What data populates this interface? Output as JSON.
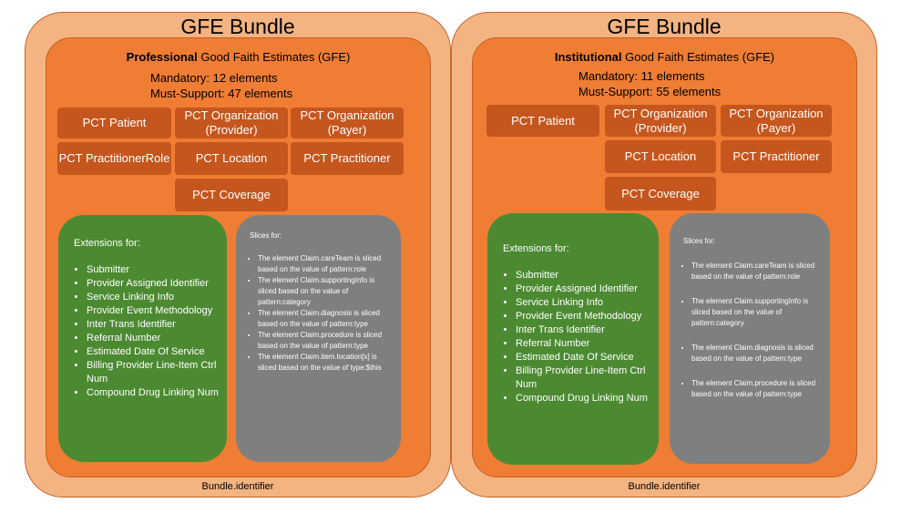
{
  "left_bundle": {
    "title": "GFE Bundle",
    "gfe_type": "Professional",
    "gfe_label": "Good Faith Estimates (GFE)",
    "mandatory": "Mandatory: 12 elements",
    "must_support": "Must-Support: 47 elements",
    "resources": [
      "PCT Patient",
      "PCT Organization (Provider)",
      "PCT Organization (Payer)",
      "PCT PractitionerRole",
      "PCT Location",
      "PCT Practitioner",
      "PCT Coverage"
    ],
    "extensions_header": "Extensions for:",
    "extensions": [
      "Submitter",
      "Provider Assigned Identifier",
      "Service Linking Info",
      "Provider Event Methodology",
      "Inter Trans Identifier",
      "Referral Number",
      "Estimated Date Of Service",
      "Billing Provider Line-Item Ctrl Num",
      "Compound Drug Linking Num"
    ],
    "slices_header": "Slices for:",
    "slices": [
      "The element Claim.careTeam is sliced based on the value of pattern:role",
      "The element Claim.supportingInfo is sliced based on the value of pattern:category",
      "The element Claim.diagnosis is sliced based on the value of pattern:type",
      "The element Claim.procedure is sliced based on the value of pattern:type",
      "The element Claim.item.location[x] is sliced based on the value of type:$this"
    ],
    "footer": "Bundle.identifier"
  },
  "right_bundle": {
    "title": "GFE Bundle",
    "gfe_type": "Institutional",
    "gfe_label": "Good Faith Estimates (GFE)",
    "mandatory": "Mandatory: 11 elements",
    "must_support": "Must-Support: 55 elements",
    "resources": [
      "PCT Patient",
      "PCT Organization (Provider)",
      "PCT Organization (Payer)",
      "PCT Location",
      "PCT Practitioner",
      "PCT Coverage"
    ],
    "extensions_header": "Extensions for:",
    "extensions": [
      "Submitter",
      "Provider Assigned Identifier",
      "Service Linking Info",
      "Provider Event Methodology",
      "Inter Trans Identifier",
      "Referral Number",
      "Estimated Date Of Service",
      "Billing Provider Line-Item Ctrl Num",
      "Compound Drug Linking Num"
    ],
    "slices_header": "Slices for:",
    "slices": [
      "The element Claim.careTeam is sliced based on the value of pattern:role",
      "The element Claim.supportingInfo is sliced based on the value of pattern:category",
      "The element Claim.diagnosis is sliced based on the value of pattern:type",
      "The element Claim.procedure is sliced based on the value of pattern:type"
    ],
    "footer": "Bundle.identifier"
  },
  "colors": {
    "outer_fill": "#f3b482",
    "inner_fill": "#ef7d33",
    "resource_fill": "#c5561d",
    "extensions_fill": "#4c8a32",
    "slices_fill": "#7f7f7f"
  }
}
